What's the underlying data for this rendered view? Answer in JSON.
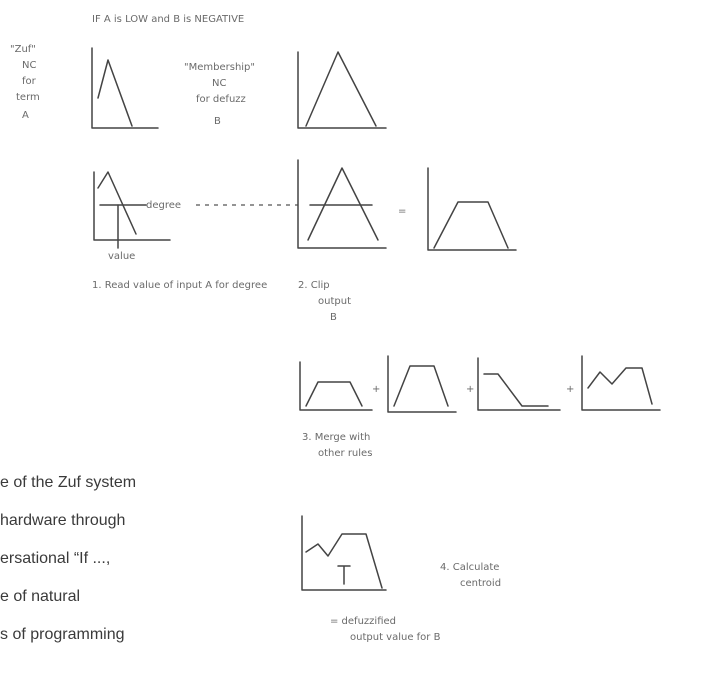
{
  "figure": {
    "header": "IF A is LOW and B is NEGATIVE",
    "rule_label_a": [
      "\"Zuf\"",
      "NC",
      "for",
      "term",
      "A"
    ],
    "rule_label_b": [
      "\"Membership\"",
      "NC",
      "for defuzz",
      "B"
    ],
    "step1_label": "1. Read value of input A for degree",
    "degree_label": "degree",
    "value_label": "value",
    "step2_label": [
      "2. Clip",
      "output",
      "B"
    ],
    "step3_label": [
      "3. Merge with",
      "other rules"
    ],
    "step4_label": [
      "4. Calculate",
      "centroid"
    ],
    "step5_label": [
      "= defuzzified",
      "output value for B"
    ]
  },
  "body_text": {
    "lines": [
      "e of the Zuf system",
      "hardware through",
      "ersational “If ...,",
      "e of natural",
      "s of programming"
    ]
  }
}
